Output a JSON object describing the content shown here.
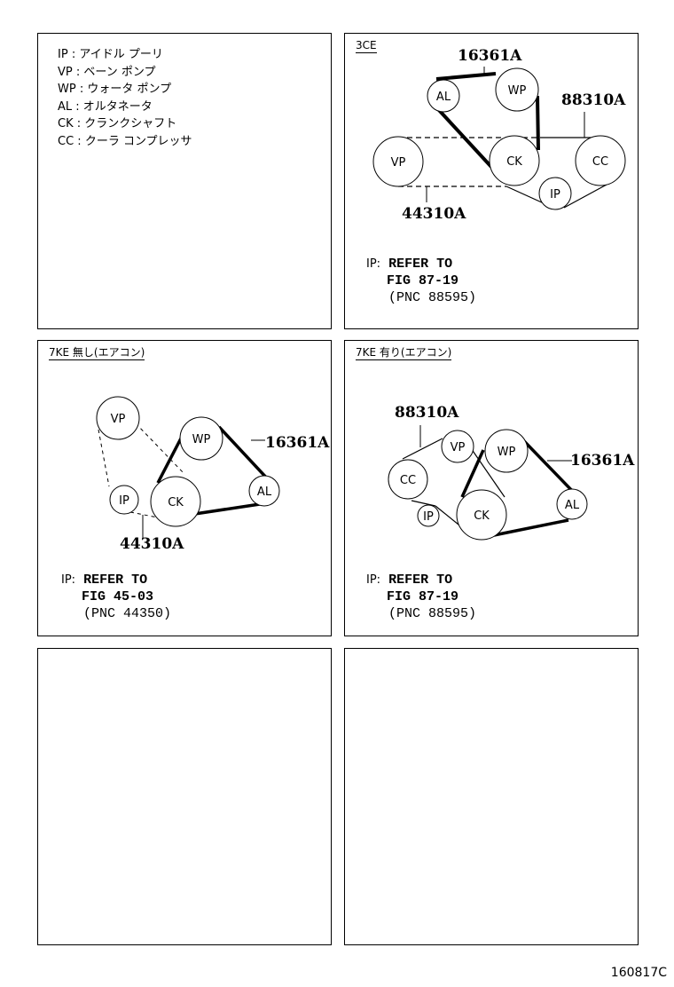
{
  "legend": {
    "items": [
      {
        "code": "IP",
        "label": "アイドル プーリ"
      },
      {
        "code": "VP",
        "label": "ベーン ポンプ"
      },
      {
        "code": "WP",
        "label": "ウォータ ポンプ"
      },
      {
        "code": "AL",
        "label": "オルタネータ"
      },
      {
        "code": "CK",
        "label": "クランクシャフト"
      },
      {
        "code": "CC",
        "label": "クーラ コンプレッサ"
      }
    ]
  },
  "panels": {
    "3ce": {
      "title": "3CE",
      "parts": {
        "p1": "16361A",
        "p2": "88310A",
        "p3": "44310A"
      },
      "pulleys": {
        "al": "AL",
        "wp": "WP",
        "vp": "VP",
        "ck": "CK",
        "cc": "CC",
        "ip": "IP"
      },
      "note": {
        "prefix": "IP:",
        "line1": "REFER TO",
        "line2": "FIG 87-19",
        "line3": "(PNC 88595)"
      }
    },
    "7ke_no_ac": {
      "title": "7KE 無し(エアコン)",
      "parts": {
        "p1": "16361A",
        "p3": "44310A"
      },
      "pulleys": {
        "vp": "VP",
        "wp": "WP",
        "ip": "IP",
        "ck": "CK",
        "al": "AL"
      },
      "note": {
        "prefix": "IP:",
        "line1": "REFER TO",
        "line2": "FIG 45-03",
        "line3": "(PNC 44350)"
      }
    },
    "7ke_ac": {
      "title": "7KE 有り(エアコン)",
      "parts": {
        "p1": "16361A",
        "p2": "88310A"
      },
      "pulleys": {
        "vp": "VP",
        "wp": "WP",
        "cc": "CC",
        "ip": "IP",
        "ck": "CK",
        "al": "AL"
      },
      "note": {
        "prefix": "IP:",
        "line1": "REFER TO",
        "line2": "FIG 87-19",
        "line3": "(PNC 88595)"
      }
    }
  },
  "footer": {
    "figure_id": "160817C"
  }
}
